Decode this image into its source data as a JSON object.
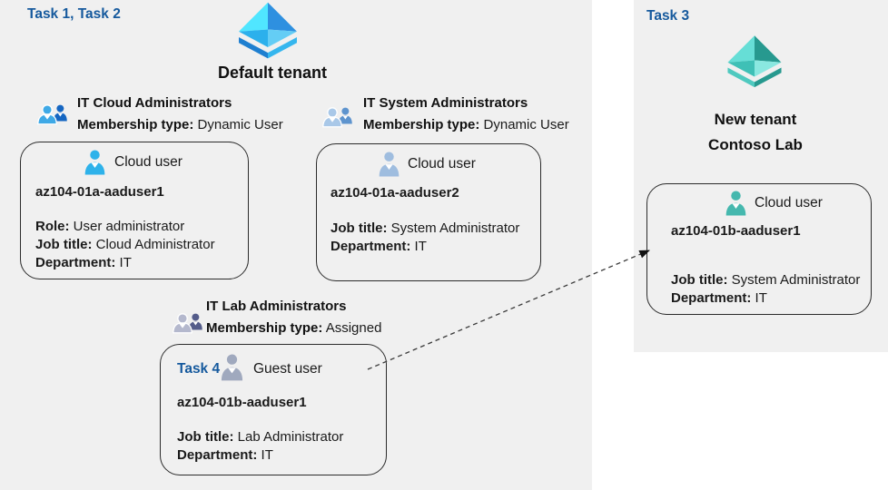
{
  "colors": {
    "task_label": "#15599D",
    "panel_background": "#F0F0F0",
    "card_border": "#2B2B2B",
    "pyramid_blue": {
      "ul": "#50E6FF",
      "ur": "#2E90E0",
      "ll": "#2CB0EC",
      "lr": "#64CDF5",
      "base_l": "#1E7FD0",
      "base_r": "#35B6EE"
    },
    "pyramid_teal": {
      "ul": "#66DED6",
      "ur": "#27998F",
      "ll": "#3FC0B6",
      "lr": "#8AE8E0",
      "base_l": "#4FC9BF",
      "base_r": "#27998F"
    },
    "group_blue": {
      "front": "#3FA9E6",
      "back": "#1566C2"
    },
    "group_light_blue": {
      "front": "#A9C8E8",
      "back": "#5E94CE"
    },
    "group_slate": {
      "front": "#B4B8CD",
      "back": "#545C8A"
    },
    "person_cyan": "#2EB2EA",
    "person_light_blue": "#9FBDDF",
    "person_gray": "#A0A9BE",
    "person_teal": "#45B8AE"
  },
  "icons": {
    "default_tenant_icon": "azure-tenant-pyramid-blue",
    "new_tenant_icon": "azure-tenant-pyramid-teal",
    "group_icon": "two-users-icon",
    "user_icon": "user-silhouette-icon"
  },
  "default_tenant": {
    "task_label": "Task 1, Task 2",
    "name": "Default tenant",
    "groups": [
      {
        "name": "IT Cloud Administrators",
        "membership_label": "Membership type:",
        "membership_value": "Dynamic User"
      },
      {
        "name": "IT System Administrators",
        "membership_label": "Membership type:",
        "membership_value": "Dynamic User"
      },
      {
        "name": "IT Lab Administrators",
        "membership_label": "Membership type:",
        "membership_value": "Assigned"
      }
    ],
    "users": [
      {
        "type": "Cloud user",
        "name": "az104-01a-aaduser1",
        "fields": [
          {
            "label": "Role:",
            "value": "User administrator"
          },
          {
            "label": "Job title:",
            "value": "Cloud Administrator"
          },
          {
            "label": "Department:",
            "value": "IT"
          }
        ]
      },
      {
        "type": "Cloud user",
        "name": "az104-01a-aaduser2",
        "fields": [
          {
            "label": "Job title:",
            "value": "System Administrator"
          },
          {
            "label": "Department:",
            "value": "IT"
          }
        ]
      },
      {
        "task_label": "Task 4",
        "type": "Guest user",
        "name": "az104-01b-aaduser1",
        "fields": [
          {
            "label": "Job title:",
            "value": "Lab Administrator"
          },
          {
            "label": "Department:",
            "value": "IT"
          }
        ]
      }
    ]
  },
  "new_tenant": {
    "task_label": "Task 3",
    "name_line1": "New tenant",
    "name_line2": "Contoso Lab",
    "user": {
      "type": "Cloud user",
      "name": "az104-01b-aaduser1",
      "fields": [
        {
          "label": "Job title:",
          "value": "System Administrator"
        },
        {
          "label": "Department:",
          "value": "IT"
        }
      ]
    }
  }
}
